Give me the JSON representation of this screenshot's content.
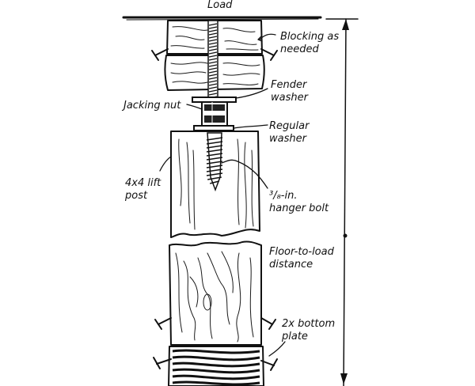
{
  "labels": {
    "load": "Load",
    "blocking": [
      "Blocking as",
      "needed"
    ],
    "fender_washer": [
      "Fender",
      "washer"
    ],
    "jacking_nut": "Jacking nut",
    "regular_washer": [
      "Regular",
      "washer"
    ],
    "lift_post": [
      "4x4 lift",
      "post"
    ],
    "hanger_bolt": [
      "³/₈-in.",
      "hanger bolt"
    ],
    "floor_to_load": [
      "Floor-to-load",
      "distance"
    ],
    "bottom_plate": [
      "2x bottom",
      "plate"
    ]
  }
}
